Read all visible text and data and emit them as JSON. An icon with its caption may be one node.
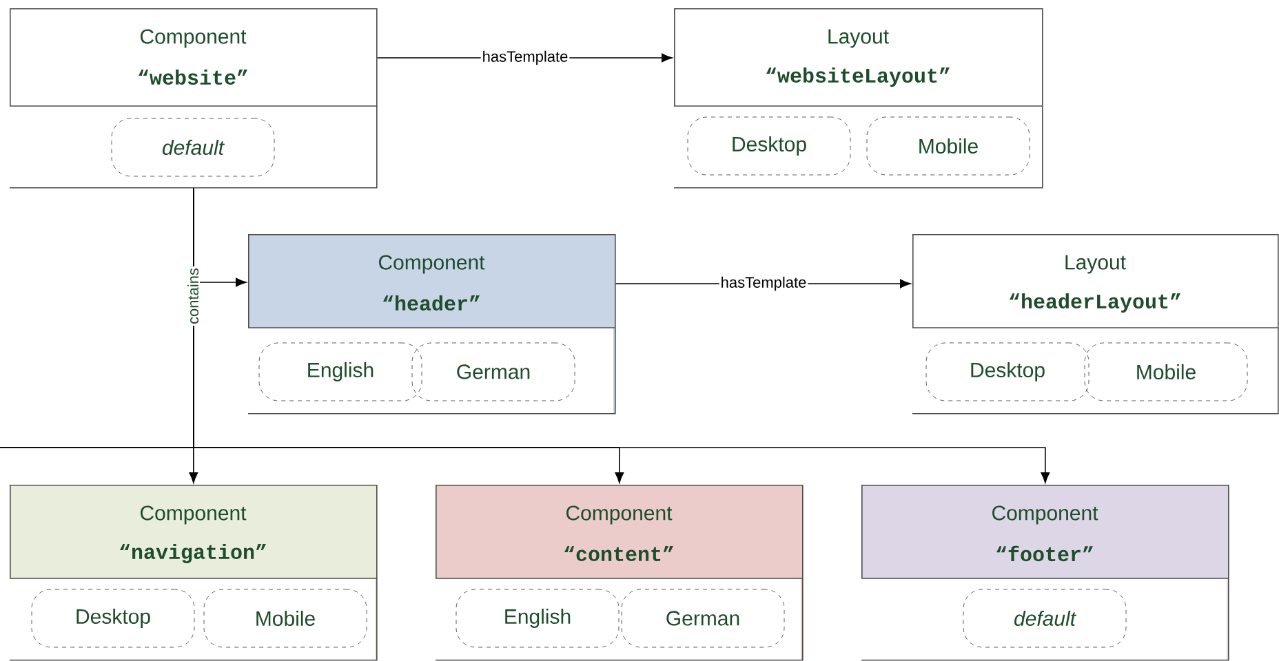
{
  "diagram": {
    "nodes": [
      {
        "text": [
          "Component",
          "“website”"
        ]
      },
      {
        "text": [
          "default"
        ],
        "in": 0
      },
      {
        "text": [
          "Layout",
          "“websiteLayout”"
        ]
      },
      {
        "text": [
          "Desktop"
        ],
        "in": 2
      },
      {
        "text": [
          "Mobile"
        ],
        "in": 2
      },
      {
        "text": [
          "Component",
          "“header”"
        ]
      },
      {
        "text": [
          "English"
        ],
        "in": 5
      },
      {
        "text": [
          "German"
        ],
        "in": 5
      },
      {
        "text": [
          "Layout",
          "“headerLayout”"
        ]
      },
      {
        "text": [
          "Desktop"
        ],
        "in": 8
      },
      {
        "text": [
          "Mobile"
        ],
        "in": 8
      },
      {
        "text": [
          "Component",
          "“navigation”"
        ]
      },
      {
        "text": [
          "Desktop"
        ],
        "in": 11
      },
      {
        "text": [
          "Mobile"
        ],
        "in": 11
      },
      {
        "text": [
          "Component",
          "“content”"
        ]
      },
      {
        "text": [
          "English"
        ],
        "in": 14
      },
      {
        "text": [
          "German"
        ],
        "in": 14
      },
      {
        "text": [
          "Component",
          "“footer”"
        ]
      },
      {
        "text": [
          "default"
        ],
        "in": 17
      }
    ],
    "edges": [
      {
        "from": 0,
        "to": 2,
        "arrow": "to",
        "label": "hasTemplate"
      },
      {
        "from": 5,
        "to": 8,
        "arrow": "to",
        "label": "hasTemplate"
      },
      {
        "from": 0,
        "to": 5,
        "arrow": "to"
      },
      {
        "from": 0,
        "to": 11,
        "arrow": "to",
        "label": "contains"
      },
      {
        "from": 0,
        "to": 14,
        "arrow": "to"
      },
      {
        "from": 0,
        "to": 17,
        "arrow": "to"
      }
    ]
  }
}
